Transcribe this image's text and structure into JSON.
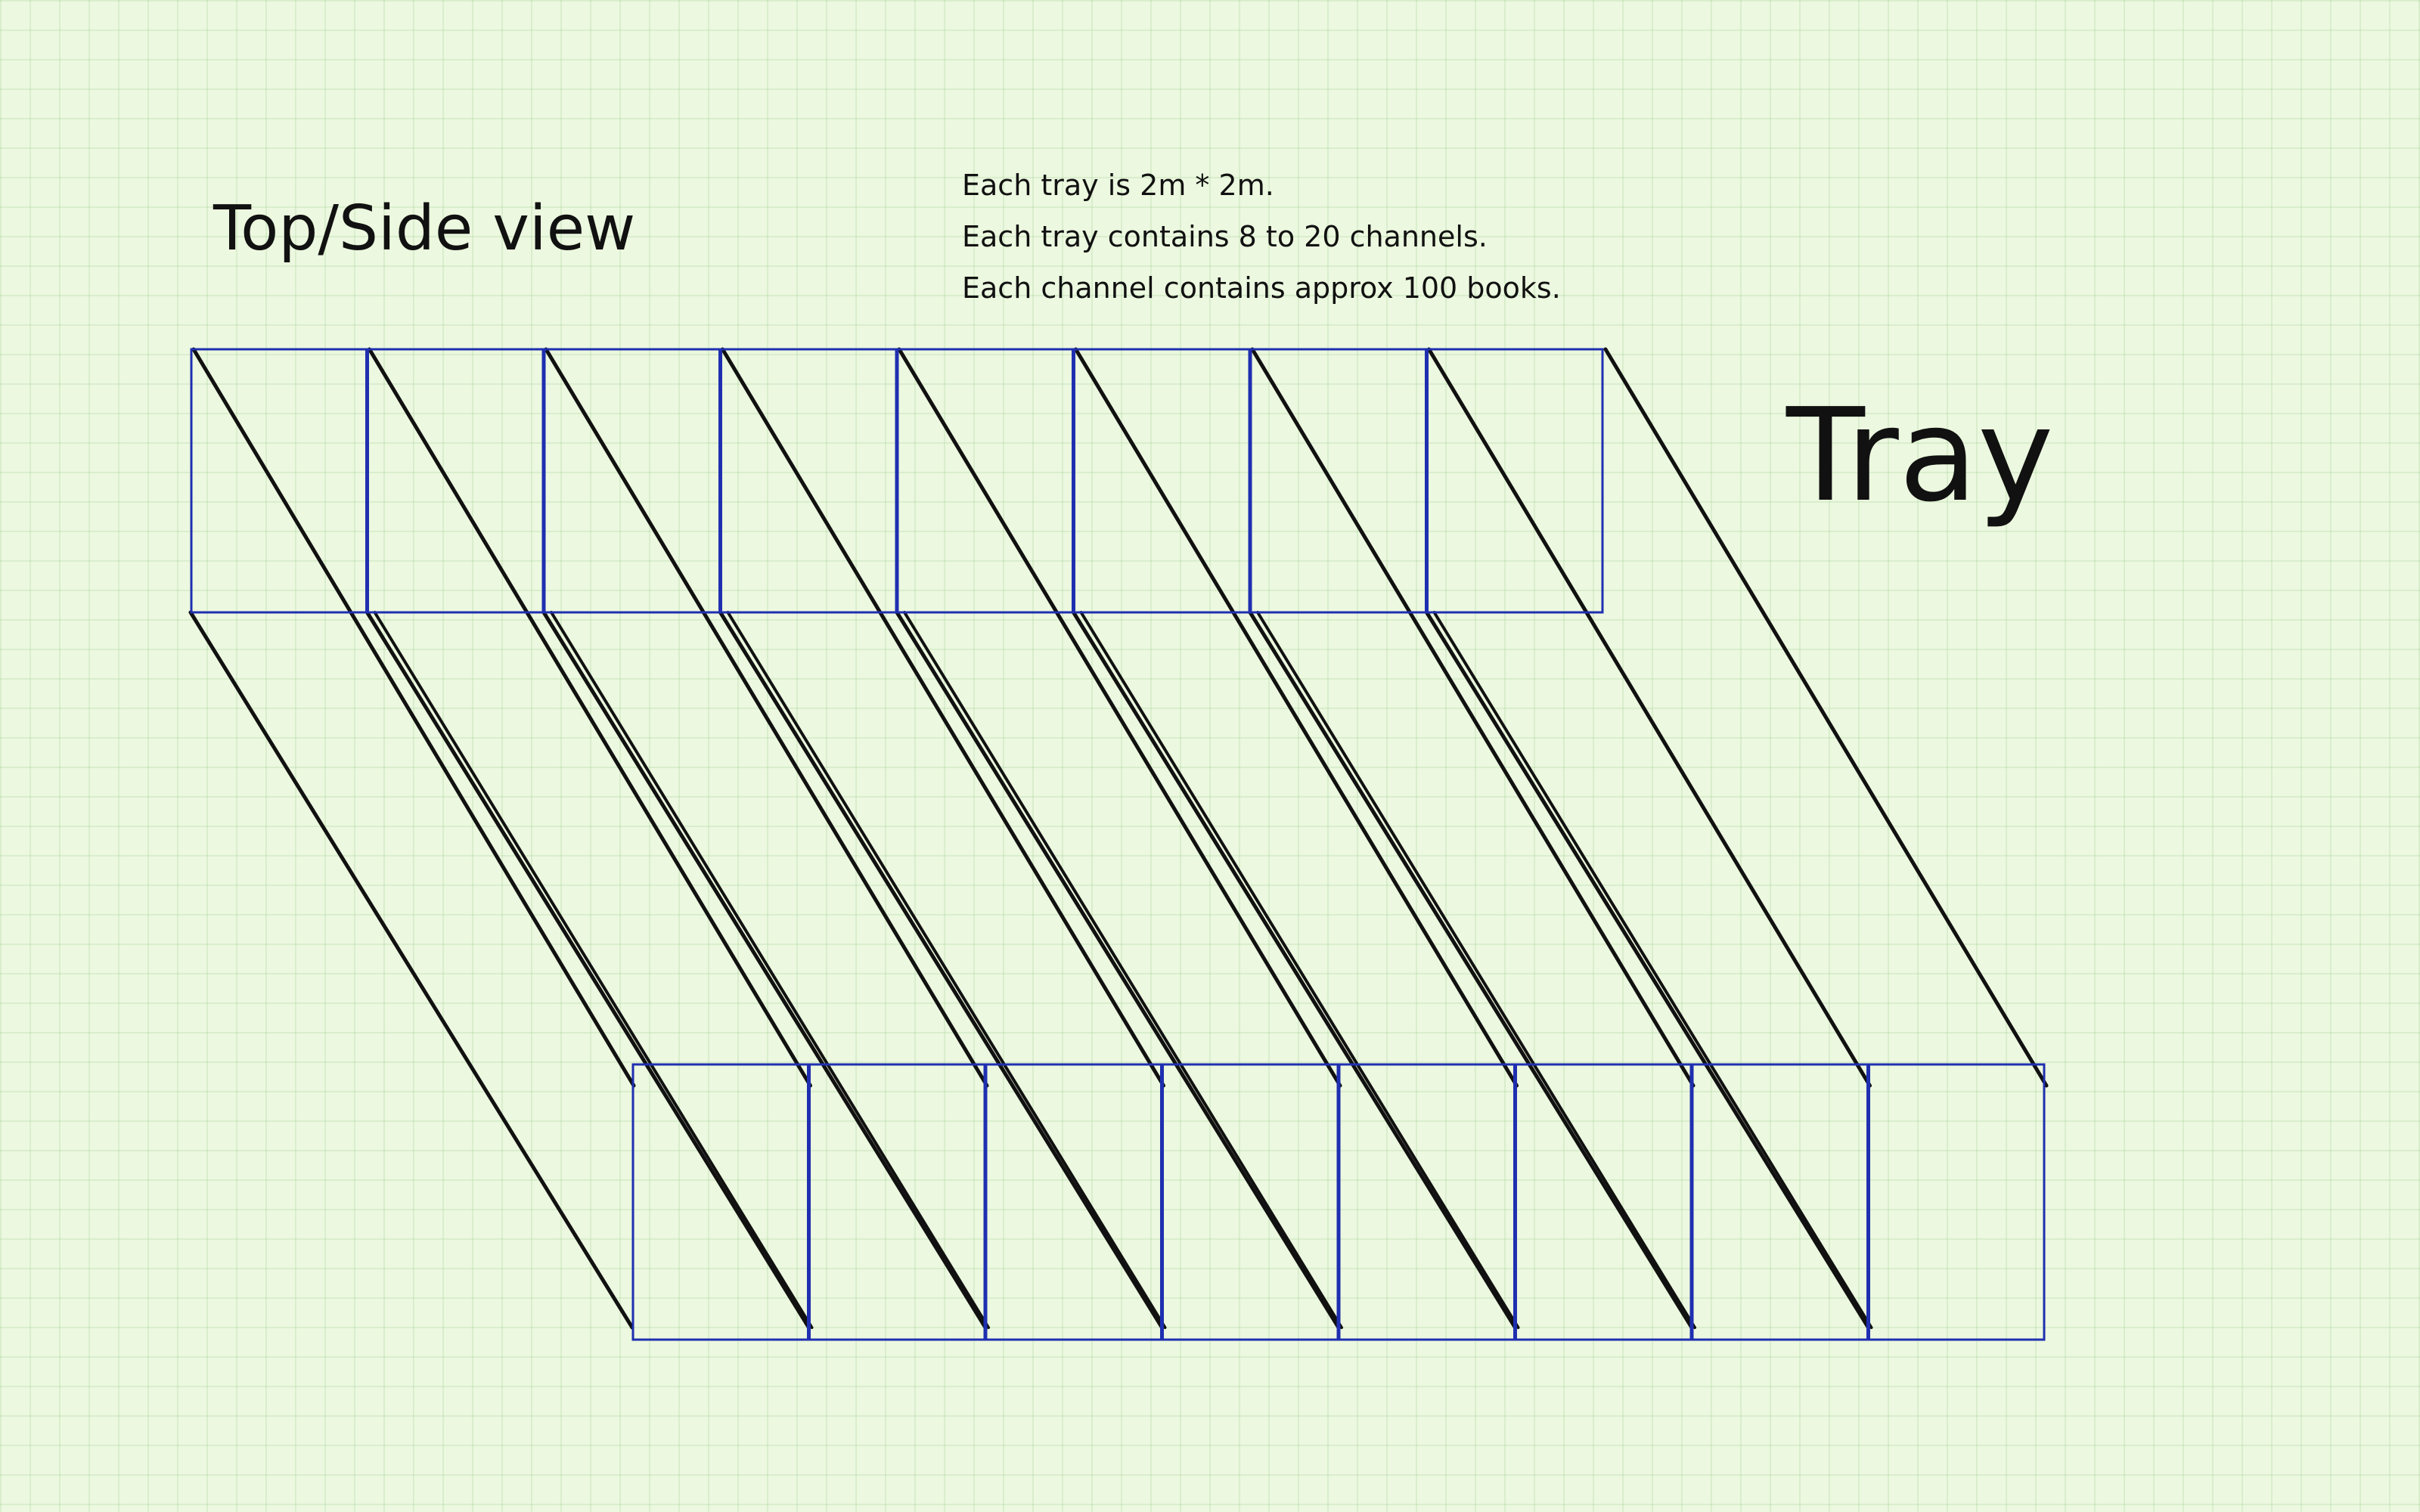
{
  "heading": "Top/Side view",
  "notes": [
    "Each tray is 2m * 2m.",
    "Each tray contains 8 to 20 channels.",
    "Each channel contains approx 100 books."
  ],
  "big_label": "Tray",
  "drawing": {
    "channel_count": 8,
    "rect_stroke": "#1f2fb0",
    "line_stroke": "#111111",
    "background": "#ecf8df"
  }
}
